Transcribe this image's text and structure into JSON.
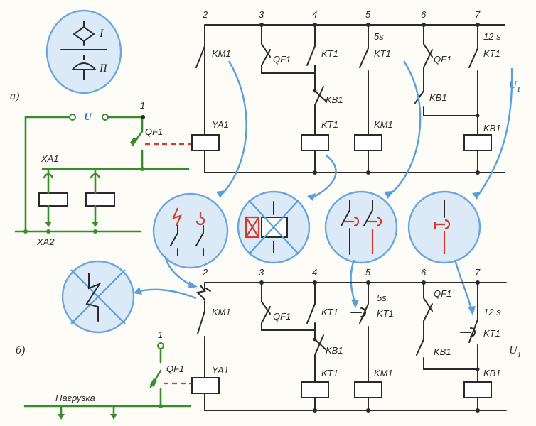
{
  "legend": {
    "upper": "I",
    "lower": "II"
  },
  "part_a": {
    "marker": "а)",
    "node_1": "1",
    "supply": "U",
    "breaker": "QF1",
    "bus_top": "XA1",
    "bus_bottom": "XA2",
    "nodes": [
      "2",
      "3",
      "4",
      "5",
      "6",
      "7"
    ],
    "contacts": {
      "km1": "KM1",
      "qf1": "QF1",
      "kt1_4": "KT1",
      "kt1_5": "KT1",
      "qf1_6": "QF1",
      "kt1_7": "KT1",
      "kb1_4": "KB1",
      "kb1_6": "KB1"
    },
    "coils": {
      "ya1": "YA1",
      "kt1": "KT1",
      "km1": "KM1",
      "kb1": "KB1"
    },
    "delay_5": "5s",
    "delay_7": "12 s",
    "voltage": "U",
    "voltage_sub": "1"
  },
  "part_b": {
    "marker": "б)",
    "node_1": "1",
    "breaker": "QF1",
    "load": "Нагрузка",
    "nodes": [
      "2",
      "3",
      "4",
      "5",
      "6",
      "7"
    ],
    "contacts": {
      "km1": "KM1",
      "qf1": "QF1",
      "kt1_4": "KT1",
      "kt1_5": "KT1",
      "qf1_6": "QF1",
      "kt1_7": "KT1",
      "kb1_4": "KB1",
      "kb1_6": "KB1"
    },
    "coils": {
      "ya1": "YA1",
      "kt1": "KT1",
      "km1": "KM1",
      "kb1": "KB1"
    },
    "delay_5": "5s",
    "delay_7": "12 s",
    "voltage": "U",
    "voltage_sub": "1"
  }
}
